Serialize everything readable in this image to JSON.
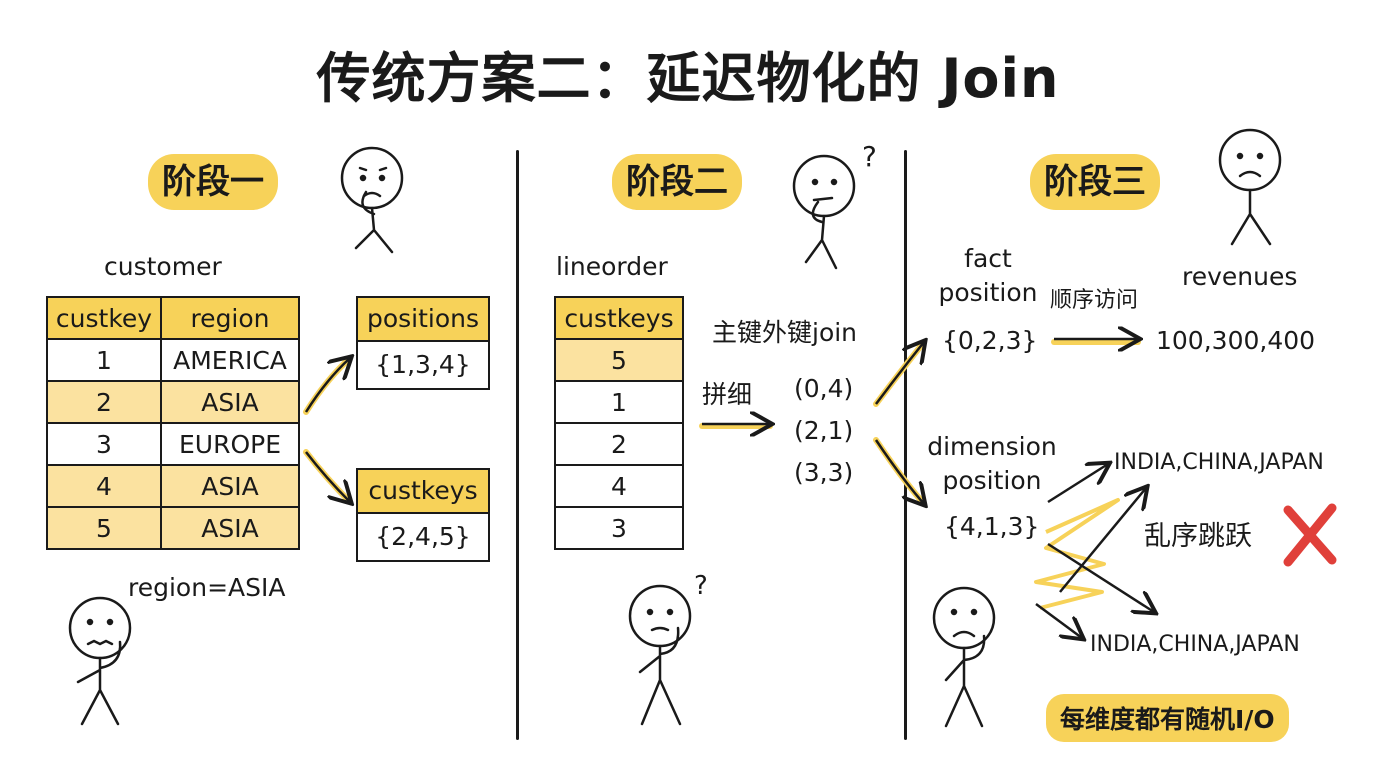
{
  "title": "传统方案二：延迟物化的 Join",
  "colors": {
    "highlight": "#f7d259",
    "row_highlight": "#fbe2a0",
    "ink": "#1a1a1a",
    "cross": "#e0403a"
  },
  "stage1": {
    "label": "阶段一",
    "table_name": "customer",
    "columns": [
      "custkey",
      "region"
    ],
    "rows": [
      [
        "1",
        "AMERICA"
      ],
      [
        "2",
        "ASIA"
      ],
      [
        "3",
        "EUROPE"
      ],
      [
        "4",
        "ASIA"
      ],
      [
        "5",
        "ASIA"
      ]
    ],
    "filter": "region=ASIA",
    "positions": {
      "header": "positions",
      "value": "{1,3,4}"
    },
    "custkeys": {
      "header": "custkeys",
      "value": "{2,4,5}"
    }
  },
  "stage2": {
    "label": "阶段二",
    "table_name": "lineorder",
    "column": "custkeys",
    "values": [
      "5",
      "1",
      "2",
      "4",
      "3"
    ],
    "join_label": "主键外键join",
    "stitch_label": "拼细",
    "pairs": [
      "(0,4)",
      "(2,1)",
      "(3,3)"
    ],
    "question_mark": "?"
  },
  "stage3": {
    "label": "阶段三",
    "fact_label": "fact\nposition",
    "fact_value": "{0,2,3}",
    "sequential_label": "顺序访问",
    "revenues_label": "revenues",
    "revenues_value": "100,300,400",
    "dimension_label": "dimension\nposition",
    "dimension_value": "{4,1,3}",
    "dim_top": "INDIA,CHINA,JAPAN",
    "dim_bottom": "INDIA,CHINA,JAPAN",
    "random_label": "乱序跳跃",
    "note": "每维度都有随机I/O"
  }
}
